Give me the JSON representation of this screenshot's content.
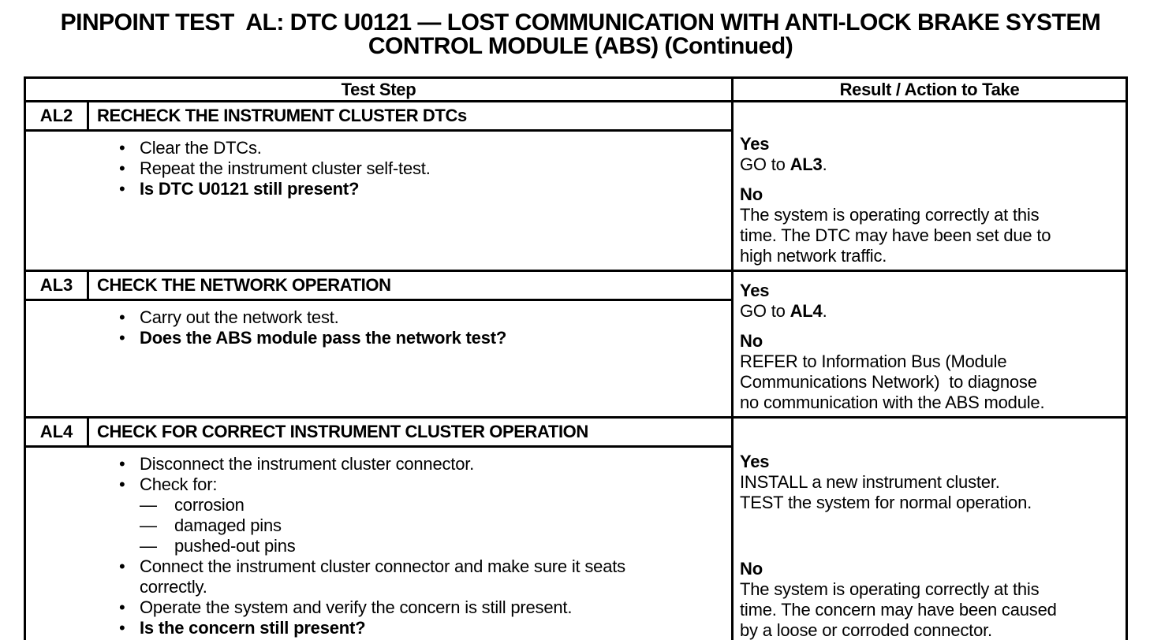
{
  "page": {
    "title_line1": "PINPOINT TEST  AL: DTC U0121 — LOST COMMUNICATION WITH ANTI-LOCK BRAKE SYSTEM",
    "title_line2": "CONTROL MODULE (ABS) (Continued)"
  },
  "table": {
    "columns": [
      "Test Step",
      "Result / Action to Take"
    ],
    "steps": [
      {
        "id": "AL2",
        "title": "RECHECK THE INSTRUMENT CLUSTER DTCs",
        "bullets": [
          {
            "type": "bullet",
            "bold": false,
            "lines": [
              "Clear the DTCs."
            ]
          },
          {
            "type": "bullet",
            "bold": false,
            "lines": [
              "Repeat the instrument cluster self-test."
            ]
          },
          {
            "type": "bullet",
            "bold": true,
            "lines": [
              "Is DTC U0121 still present?"
            ]
          }
        ],
        "result": [
          {
            "answer": "Yes",
            "lines": [
              [
                {
                  "t": "GO to "
                },
                {
                  "t": "AL3",
                  "b": true
                },
                {
                  "t": "."
                }
              ]
            ]
          },
          {
            "answer": "No",
            "lines": [
              [
                {
                  "t": "The system is operating correctly at this"
                }
              ],
              [
                {
                  "t": "time. The DTC may have been set due to"
                }
              ],
              [
                {
                  "t": "high network traffic."
                }
              ]
            ]
          }
        ]
      },
      {
        "id": "AL3",
        "title": "CHECK THE NETWORK OPERATION",
        "bullets": [
          {
            "type": "bullet",
            "bold": false,
            "lines": [
              "Carry out the network test."
            ]
          },
          {
            "type": "bullet",
            "bold": true,
            "lines": [
              "Does the ABS module pass the network test?"
            ]
          }
        ],
        "result": [
          {
            "answer": "Yes",
            "lines": [
              [
                {
                  "t": "GO to "
                },
                {
                  "t": "AL4",
                  "b": true
                },
                {
                  "t": "."
                }
              ]
            ]
          },
          {
            "answer": "No",
            "lines": [
              [
                {
                  "t": "REFER to Information Bus (Module"
                }
              ],
              [
                {
                  "t": "Communications Network)  to diagnose"
                }
              ],
              [
                {
                  "t": "no communication with the ABS module."
                }
              ]
            ]
          }
        ]
      },
      {
        "id": "AL4",
        "title": "CHECK FOR CORRECT INSTRUMENT CLUSTER OPERATION",
        "bullets": [
          {
            "type": "bullet",
            "bold": false,
            "lines": [
              "Disconnect the instrument cluster connector."
            ]
          },
          {
            "type": "bullet",
            "bold": false,
            "lines": [
              "Check for:"
            ]
          },
          {
            "type": "dash",
            "bold": false,
            "lines": [
              "corrosion"
            ]
          },
          {
            "type": "dash",
            "bold": false,
            "lines": [
              "damaged pins"
            ]
          },
          {
            "type": "dash",
            "bold": false,
            "lines": [
              "pushed-out pins"
            ]
          },
          {
            "type": "bullet",
            "bold": false,
            "lines": [
              "Connect the instrument cluster connector and make sure it seats",
              "correctly."
            ]
          },
          {
            "type": "bullet",
            "bold": false,
            "lines": [
              "Operate the system and verify the concern is still present."
            ]
          },
          {
            "type": "bullet",
            "bold": true,
            "lines": [
              "Is the concern still present?"
            ]
          }
        ],
        "result": [
          {
            "answer": "Yes",
            "lines": [
              [
                {
                  "t": "INSTALL a new instrument cluster."
                }
              ],
              [
                {
                  "t": "TEST the system for normal operation."
                }
              ]
            ]
          },
          {
            "answer": "No",
            "lines": [
              [
                {
                  "t": "The system is operating correctly at this"
                }
              ],
              [
                {
                  "t": "time. The concern may have been caused"
                }
              ],
              [
                {
                  "t": "by a loose or corroded connector."
                }
              ]
            ]
          }
        ]
      }
    ],
    "glyphs": {
      "bullet": "•",
      "dash": "—"
    }
  }
}
